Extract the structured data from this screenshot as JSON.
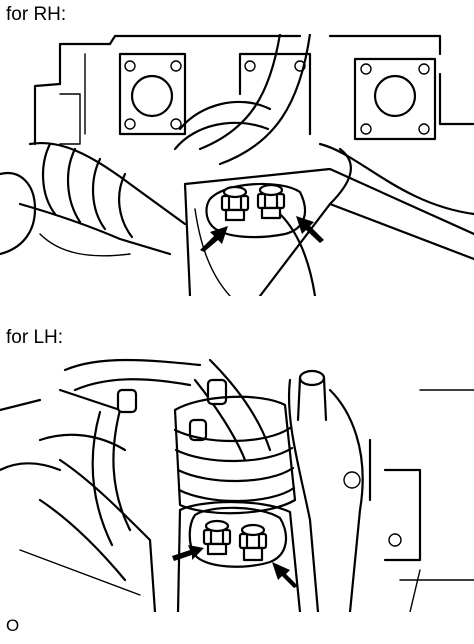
{
  "labels": {
    "rh": "for RH:",
    "lh": "for LH:",
    "figure_code": "O"
  },
  "illustrations": {
    "rh": {
      "subject": "engine mount bracket with two nuts",
      "arrow_count": 2
    },
    "lh": {
      "subject": "engine mount insulator with two nuts",
      "arrow_count": 2
    }
  },
  "colors": {
    "line": "#000000",
    "background": "#ffffff"
  }
}
